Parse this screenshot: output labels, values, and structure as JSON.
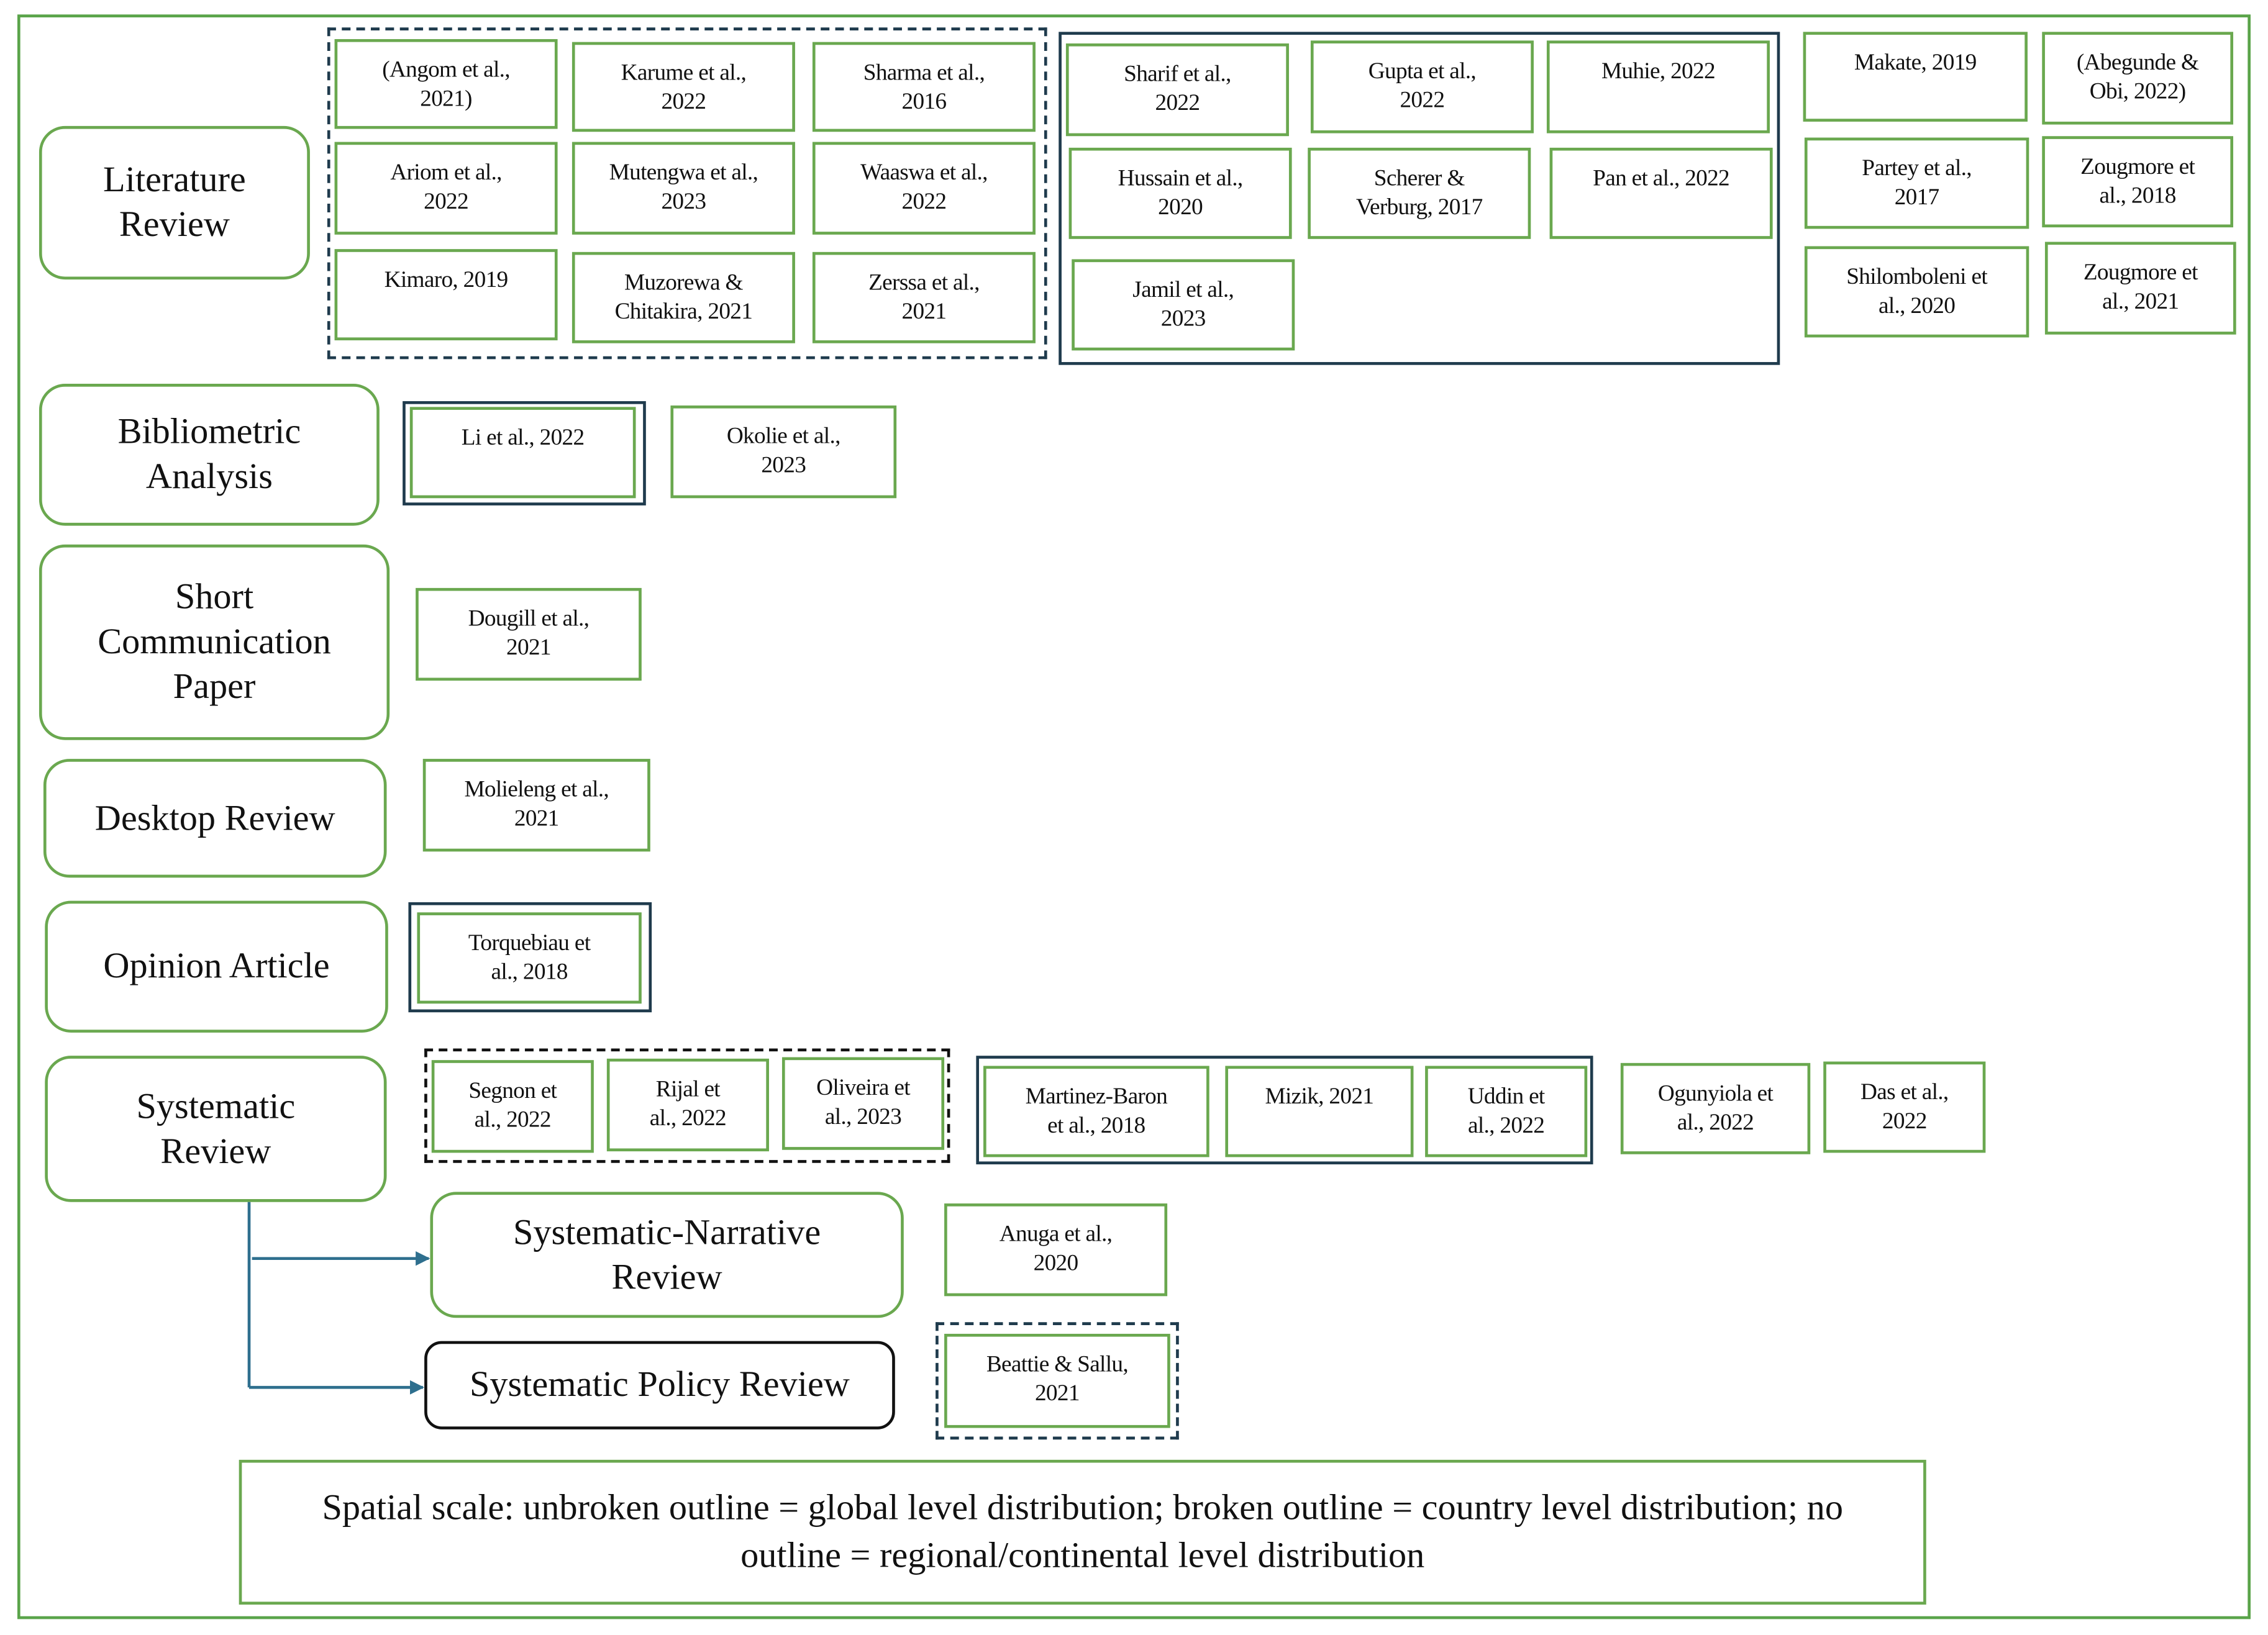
{
  "categories": {
    "literature": "Literature\nReview",
    "bibliometric": "Bibliometric\nAnalysis",
    "short_comm": "Short\nCommunication\nPaper",
    "desktop": "Desktop Review",
    "opinion": "Opinion Article",
    "systematic": "Systematic\nReview",
    "sys_narrative": "Systematic-Narrative\nReview",
    "sys_policy": "Systematic Policy Review"
  },
  "refs": {
    "angom": "(Angom et al.,\n2021)",
    "karume": "Karume et al.,\n2022",
    "sharma": "Sharma et al.,\n2016",
    "ariom": "Ariom et al.,\n2022",
    "mutengwa": "Mutengwa et al.,\n2023",
    "waaswa": "Waaswa et al.,\n2022",
    "kimaro": "Kimaro, 2019",
    "muzorewa": "Muzorewa &\nChitakira, 2021",
    "zerssa": "Zerssa et al.,\n2021",
    "sharif": "Sharif et al.,\n2022",
    "gupta": "Gupta  et al.,\n2022",
    "muhie": "Muhie, 2022",
    "hussain": "Hussain et al.,\n2020",
    "scherer": "Scherer &\nVerburg, 2017",
    "pan": "Pan et al., 2022",
    "jamil": "Jamil et al.,\n2023",
    "makate": "Makate, 2019",
    "abegunde": "(Abegunde &\nObi, 2022)",
    "partey": "Partey et al.,\n2017",
    "zougmore2018": "Zougmore et\nal., 2018",
    "shilomboleni": "Shilomboleni et\nal., 2020",
    "zougmore2021": "Zougmore et\nal., 2021",
    "li": "Li et al., 2022",
    "okolie": "Okolie et al.,\n2023",
    "dougill": "Dougill et al.,\n2021",
    "molieleng": "Molieleng et al.,\n2021",
    "torquebiau": "Torquebiau et\nal., 2018",
    "segnon": "Segnon et\nal., 2022",
    "rijal": "Rijal et\nal., 2022",
    "oliveira": "Oliveira et\nal., 2023",
    "martinez": "Martinez-Baron\net al., 2018",
    "mizik": "Mizik, 2021",
    "uddin": "Uddin et\nal., 2022",
    "ogunyiola": "Ogunyiola et\nal., 2022",
    "das": "Das et al.,\n2022",
    "anuga": "Anuga et al.,\n2020",
    "beattie": "Beattie & Sallu,\n2021"
  },
  "legend": "Spatial scale: unbroken outline = global level distribution; broken outline = country level distribution; no outline = regional/continental level distribution",
  "colors": {
    "box_border": "#6aa84f",
    "group_border": "#1f3b4d",
    "arrow": "#2e6f8e",
    "frame": "#5aa44a"
  }
}
